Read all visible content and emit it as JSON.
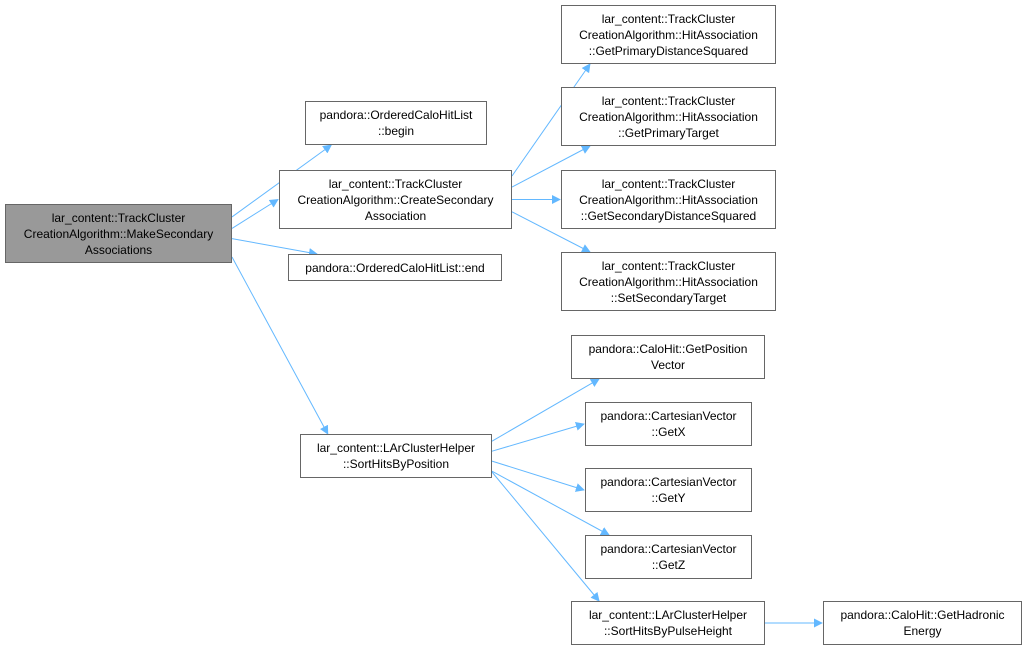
{
  "colors": {
    "edge": "#63b8ff",
    "node_border": "#666666",
    "root_fill": "#999999",
    "node_fill": "#ffffff"
  },
  "nodes": {
    "make_secondary_associations": {
      "lines": [
        "lar_content::TrackCluster",
        "CreationAlgorithm::MakeSecondary",
        "Associations"
      ]
    },
    "ordered_calohit_list_begin": {
      "lines": [
        "pandora::OrderedCaloHitList",
        "::begin"
      ]
    },
    "create_secondary_association": {
      "lines": [
        "lar_content::TrackCluster",
        "CreationAlgorithm::CreateSecondary",
        "Association"
      ]
    },
    "ordered_calohit_list_end": {
      "lines": [
        "pandora::OrderedCaloHitList::end"
      ]
    },
    "get_primary_distance_squared": {
      "lines": [
        "lar_content::TrackCluster",
        "CreationAlgorithm::HitAssociation",
        "::GetPrimaryDistanceSquared"
      ]
    },
    "get_primary_target": {
      "lines": [
        "lar_content::TrackCluster",
        "CreationAlgorithm::HitAssociation",
        "::GetPrimaryTarget"
      ]
    },
    "get_secondary_distance_squared": {
      "lines": [
        "lar_content::TrackCluster",
        "CreationAlgorithm::HitAssociation",
        "::GetSecondaryDistanceSquared"
      ]
    },
    "set_secondary_target": {
      "lines": [
        "lar_content::TrackCluster",
        "CreationAlgorithm::HitAssociation",
        "::SetSecondaryTarget"
      ]
    },
    "sort_hits_by_position": {
      "lines": [
        "lar_content::LArClusterHelper",
        "::SortHitsByPosition"
      ]
    },
    "calohit_get_position_vector": {
      "lines": [
        "pandora::CaloHit::GetPosition",
        "Vector"
      ]
    },
    "cartesian_vector_get_x": {
      "lines": [
        "pandora::CartesianVector",
        "::GetX"
      ]
    },
    "cartesian_vector_get_y": {
      "lines": [
        "pandora::CartesianVector",
        "::GetY"
      ]
    },
    "cartesian_vector_get_z": {
      "lines": [
        "pandora::CartesianVector",
        "::GetZ"
      ]
    },
    "sort_hits_by_pulse_height": {
      "lines": [
        "lar_content::LArClusterHelper",
        "::SortHitsByPulseHeight"
      ]
    },
    "calohit_get_hadronic_energy": {
      "lines": [
        "pandora::CaloHit::GetHadronic",
        "Energy"
      ]
    }
  },
  "edges": [
    {
      "from": "make_secondary_associations",
      "to": "ordered_calohit_list_begin"
    },
    {
      "from": "make_secondary_associations",
      "to": "create_secondary_association"
    },
    {
      "from": "make_secondary_associations",
      "to": "ordered_calohit_list_end"
    },
    {
      "from": "make_secondary_associations",
      "to": "sort_hits_by_position"
    },
    {
      "from": "create_secondary_association",
      "to": "get_primary_distance_squared"
    },
    {
      "from": "create_secondary_association",
      "to": "get_primary_target"
    },
    {
      "from": "create_secondary_association",
      "to": "get_secondary_distance_squared"
    },
    {
      "from": "create_secondary_association",
      "to": "set_secondary_target"
    },
    {
      "from": "sort_hits_by_position",
      "to": "calohit_get_position_vector"
    },
    {
      "from": "sort_hits_by_position",
      "to": "cartesian_vector_get_x"
    },
    {
      "from": "sort_hits_by_position",
      "to": "cartesian_vector_get_y"
    },
    {
      "from": "sort_hits_by_position",
      "to": "cartesian_vector_get_z"
    },
    {
      "from": "sort_hits_by_position",
      "to": "sort_hits_by_pulse_height"
    },
    {
      "from": "sort_hits_by_pulse_height",
      "to": "calohit_get_hadronic_energy"
    }
  ]
}
